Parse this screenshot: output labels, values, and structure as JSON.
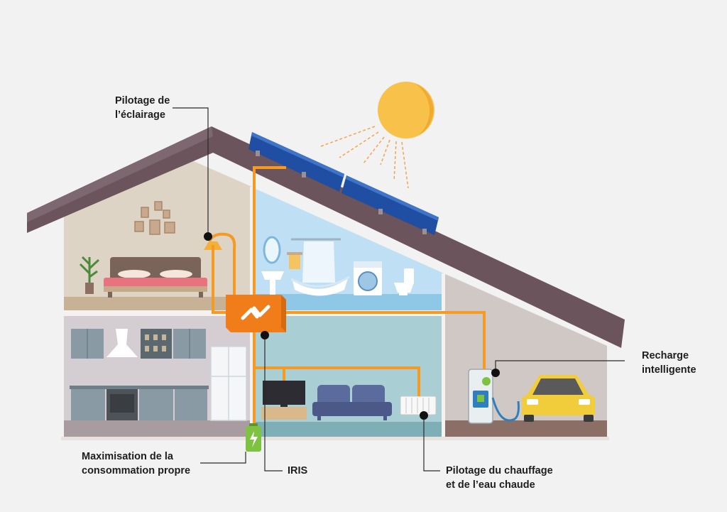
{
  "labels": {
    "lighting": {
      "line1": "Pilotage de",
      "line2": "l’éclairage"
    },
    "charging": {
      "line1": "Recharge",
      "line2": "intelligente"
    },
    "self_consumption": {
      "line1": "Maximisation de la",
      "line2": "consommation propre"
    },
    "iris": "IRIS",
    "heating": {
      "line1": "Pilotage du chauffage",
      "line2": "et de l’eau chaude"
    }
  },
  "colors": {
    "background": "#f2f2f2",
    "roof": "#6b545c",
    "wire": "#f59a23",
    "hub": "#f07d1a",
    "sun": "#f8c14a",
    "solar_panel": "#1f4ea3",
    "attic_room": "#ddd4c6",
    "bathroom": "#bfe0f4",
    "kitchen": "#d4cdd2",
    "living_room": "#a9cfd4",
    "garage": "#d0c8c4",
    "car": "#f2cd3b",
    "battery": "#7ec242"
  },
  "icons": [
    "sun-icon",
    "solar-panel-icon",
    "hub-icon",
    "battery-icon",
    "charging-station-icon",
    "car-icon",
    "lamp-icon",
    "radiator-icon"
  ]
}
